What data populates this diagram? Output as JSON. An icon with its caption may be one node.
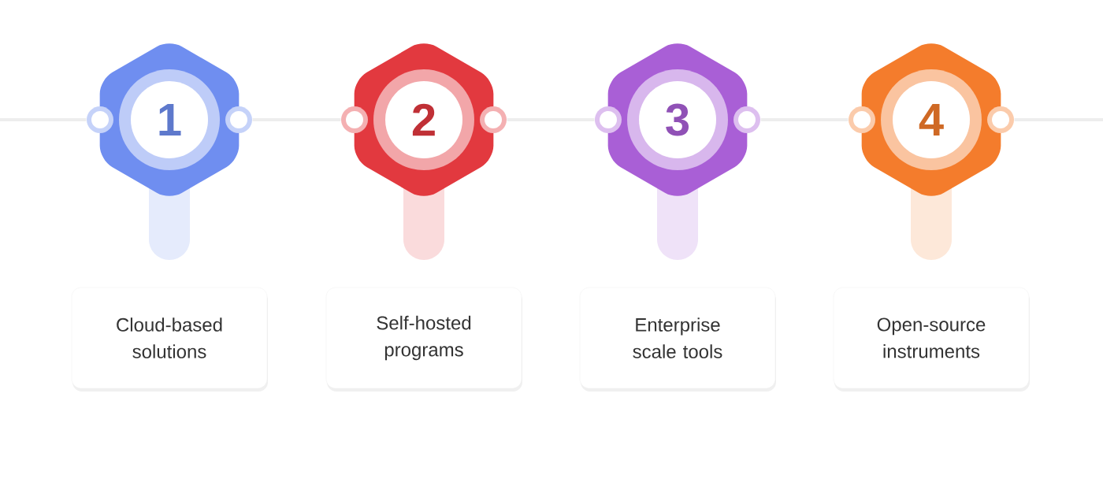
{
  "diagram": {
    "nodes": [
      {
        "text": [
          "1"
        ]
      },
      {
        "text": [
          "2"
        ]
      },
      {
        "text": [
          "3"
        ]
      },
      {
        "text": [
          "4"
        ]
      },
      {
        "text": [
          "Cloud-based solutions"
        ]
      },
      {
        "text": [
          "Self-hosted programs"
        ]
      },
      {
        "text": [
          "Enterprise scale tools"
        ]
      },
      {
        "text": [
          "Open-source instruments"
        ]
      }
    ],
    "edges": [
      {
        "from": null,
        "to": 0,
        "arrow": "none"
      },
      {
        "from": 0,
        "to": 1,
        "arrow": "none"
      },
      {
        "from": 1,
        "to": 2,
        "arrow": "none"
      },
      {
        "from": 2,
        "to": 3,
        "arrow": "none"
      },
      {
        "from": 3,
        "to": null,
        "arrow": "none"
      }
    ]
  }
}
